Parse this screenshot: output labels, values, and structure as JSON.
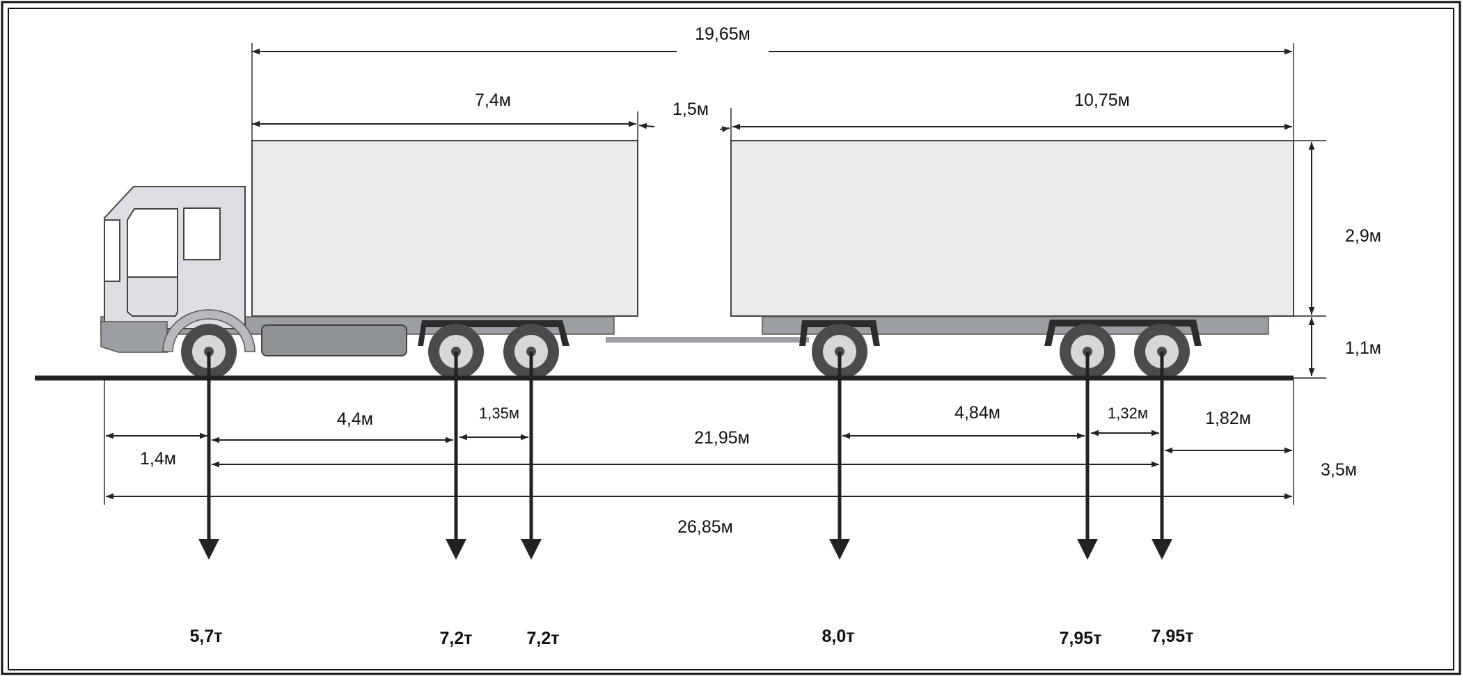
{
  "dimensions": {
    "overall_body_length": "19,65м",
    "truck_body_length": "7,4м",
    "coupling_gap": "1,5м",
    "trailer_body_length": "10,75м",
    "body_height": "2,9м",
    "floor_height": "1,1м",
    "total_height": "3,5м",
    "front_overhang": "1,4м",
    "truck_wheelbase": "4,4м",
    "truck_axle_spread": "1,35м",
    "first_to_last_axle": "21,95м",
    "trailer_wheelbase": "4,84м",
    "trailer_axle_spread": "1,32м",
    "rear_overhang": "1,82м",
    "overall_length": "26,85м"
  },
  "axle_loads": [
    "5,7т",
    "7,2т",
    "7,2т",
    "8,0т",
    "7,95т",
    "7,95т"
  ],
  "colors": {
    "body": "#eaebed",
    "cab": "#dcdee3",
    "chassis": "#9b9ea3",
    "wheel": "#4a4b4d",
    "hub": "#d6d7d9",
    "ink": "#222222"
  }
}
